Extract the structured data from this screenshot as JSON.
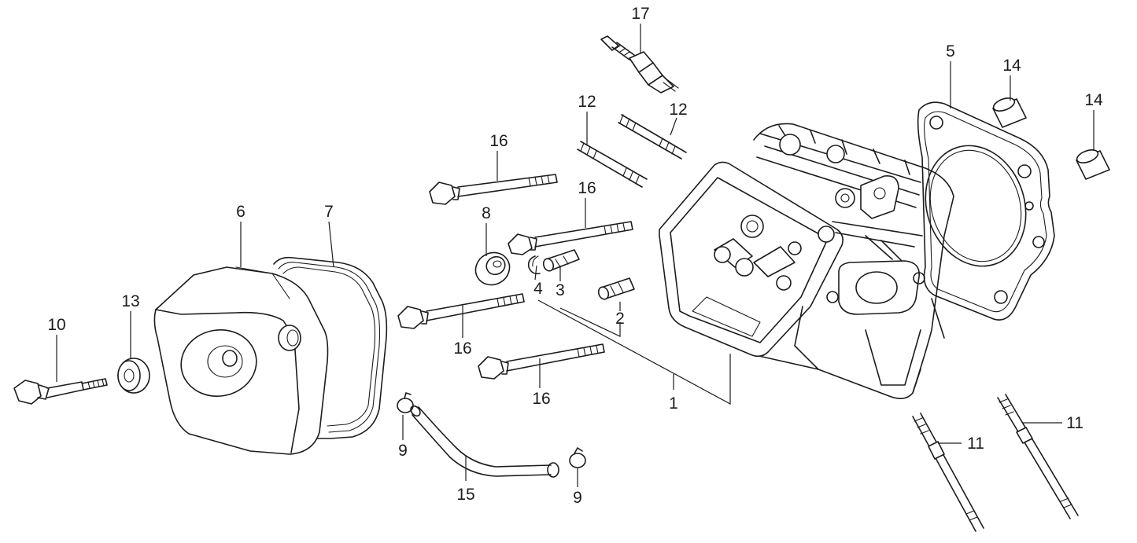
{
  "callouts": [
    {
      "id": "c17a",
      "text": "17"
    },
    {
      "id": "c5",
      "text": "5"
    },
    {
      "id": "c14a",
      "text": "14"
    },
    {
      "id": "c14b",
      "text": "14"
    },
    {
      "id": "c12a",
      "text": "12"
    },
    {
      "id": "c12b",
      "text": "12"
    },
    {
      "id": "c16a",
      "text": "16"
    },
    {
      "id": "c16b",
      "text": "16"
    },
    {
      "id": "c6",
      "text": "6"
    },
    {
      "id": "c7",
      "text": "7"
    },
    {
      "id": "c8",
      "text": "8"
    },
    {
      "id": "c4",
      "text": "4"
    },
    {
      "id": "c3",
      "text": "3"
    },
    {
      "id": "c2",
      "text": "2"
    },
    {
      "id": "c13",
      "text": "13"
    },
    {
      "id": "c10",
      "text": "10"
    },
    {
      "id": "c16c",
      "text": "16"
    },
    {
      "id": "c16d",
      "text": "16"
    },
    {
      "id": "c1",
      "text": "1"
    },
    {
      "id": "c9a",
      "text": "9"
    },
    {
      "id": "c15",
      "text": "15"
    },
    {
      "id": "c9b",
      "text": "9"
    },
    {
      "id": "c11a",
      "text": "11"
    },
    {
      "id": "c11b",
      "text": "11"
    }
  ]
}
